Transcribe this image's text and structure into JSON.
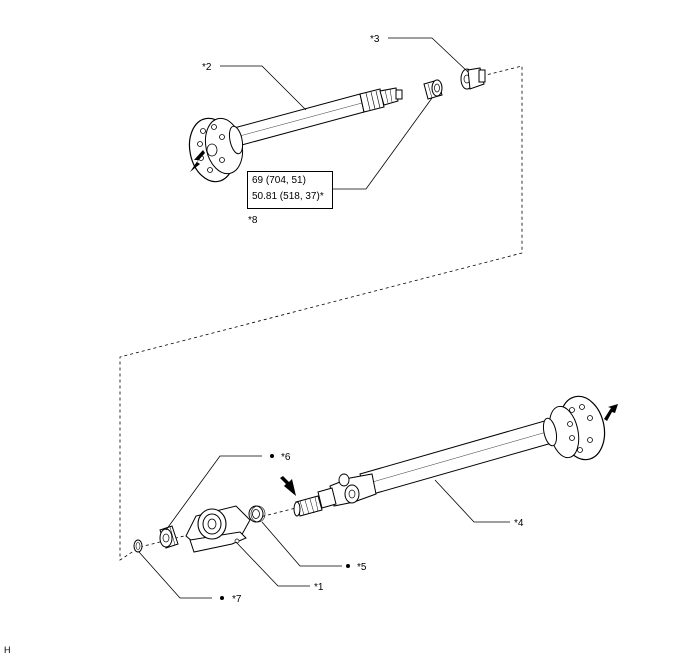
{
  "callouts": {
    "c1": "*1",
    "c2": "*2",
    "c3": "*3",
    "c4": "*4",
    "c5": "*5",
    "c6": "*6",
    "c7": "*7",
    "c8": "*8"
  },
  "torque_box": {
    "line1": "69 (704, 51)",
    "line2": "50.81 (518, 37)*"
  },
  "footer_code": "H",
  "icons": {
    "reuse_marker": "filled-dot",
    "arrow": "filled-arrow"
  }
}
